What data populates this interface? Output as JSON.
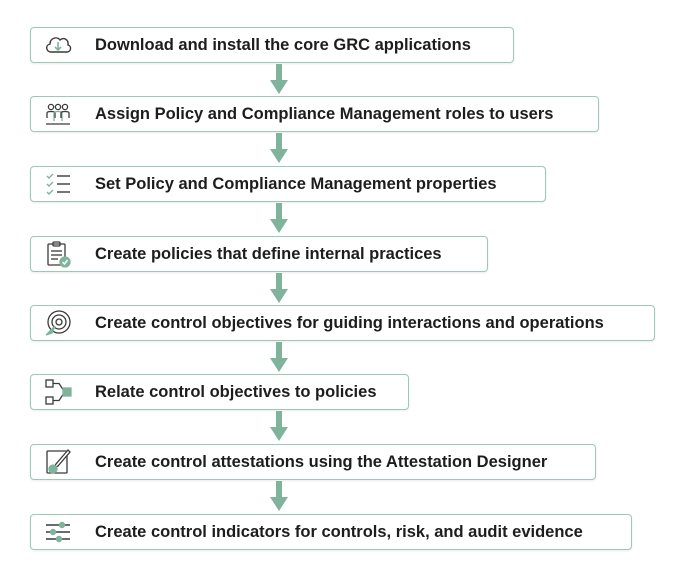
{
  "colors": {
    "accent": "#7fb39b",
    "border": "#9dc8b4",
    "icon_stroke": "#3a3a3a",
    "text": "#1d1d1d"
  },
  "steps": [
    {
      "label": "Download and install the core GRC applications",
      "icon": "cloud-download-icon"
    },
    {
      "label": "Assign Policy and Compliance Management roles to users",
      "icon": "users-group-icon"
    },
    {
      "label": "Set Policy and Compliance Management properties",
      "icon": "checklist-icon"
    },
    {
      "label": "Create policies that define internal practices",
      "icon": "clipboard-check-icon"
    },
    {
      "label": "Create control objectives for guiding interactions and operations",
      "icon": "target-arrow-icon"
    },
    {
      "label": "Relate control objectives to policies",
      "icon": "relation-nodes-icon"
    },
    {
      "label": "Create control attestations using the Attestation Designer",
      "icon": "pen-document-icon"
    },
    {
      "label": "Create control indicators for controls, risk, and audit evidence",
      "icon": "sliders-icon"
    }
  ]
}
